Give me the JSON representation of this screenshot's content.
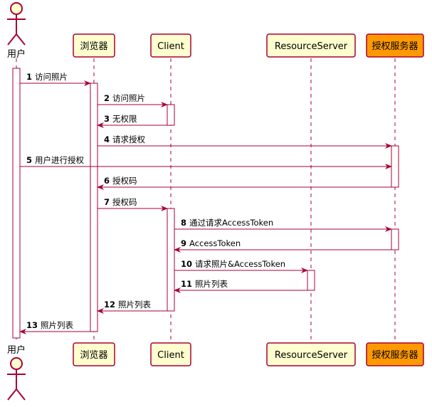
{
  "colors": {
    "participant_fill": "#FEFECE",
    "participant_border": "#A80036",
    "highlight_fill": "#FF9900",
    "arrow": "#A80036",
    "lifeline": "#A80036"
  },
  "participants": [
    {
      "id": "user",
      "label": "用户",
      "kind": "actor"
    },
    {
      "id": "browser",
      "label": "浏览器",
      "kind": "box"
    },
    {
      "id": "client",
      "label": "Client",
      "kind": "box"
    },
    {
      "id": "resource",
      "label": "ResourceServer",
      "kind": "box"
    },
    {
      "id": "auth",
      "label": "授权服务器",
      "kind": "box",
      "highlight": true
    }
  ],
  "messages": [
    {
      "num": "1",
      "text": "访问照片",
      "from": "user",
      "to": "browser",
      "style": "solid"
    },
    {
      "num": "2",
      "text": "访问照片",
      "from": "browser",
      "to": "client",
      "style": "solid"
    },
    {
      "num": "3",
      "text": "无权限",
      "from": "client",
      "to": "browser",
      "style": "solid"
    },
    {
      "num": "4",
      "text": "请求授权",
      "from": "browser",
      "to": "auth",
      "style": "solid"
    },
    {
      "num": "5",
      "text": "用户进行授权",
      "from": "user",
      "to": "auth",
      "style": "solid"
    },
    {
      "num": "6",
      "text": "授权码",
      "from": "auth",
      "to": "browser",
      "style": "solid"
    },
    {
      "num": "7",
      "text": "授权码",
      "from": "browser",
      "to": "client",
      "style": "solid"
    },
    {
      "num": "8",
      "text": "通过请求AccessToken",
      "from": "client",
      "to": "auth",
      "style": "solid"
    },
    {
      "num": "9",
      "text": "AccessToken",
      "from": "auth",
      "to": "client",
      "style": "solid"
    },
    {
      "num": "10",
      "text": "请求照片&AccessToken",
      "from": "client",
      "to": "resource",
      "style": "solid"
    },
    {
      "num": "11",
      "text": "照片列表",
      "from": "resource",
      "to": "client",
      "style": "solid"
    },
    {
      "num": "12",
      "text": "照片列表",
      "from": "client",
      "to": "browser",
      "style": "solid"
    },
    {
      "num": "13",
      "text": "照片列表",
      "from": "browser",
      "to": "user",
      "style": "solid"
    }
  ]
}
